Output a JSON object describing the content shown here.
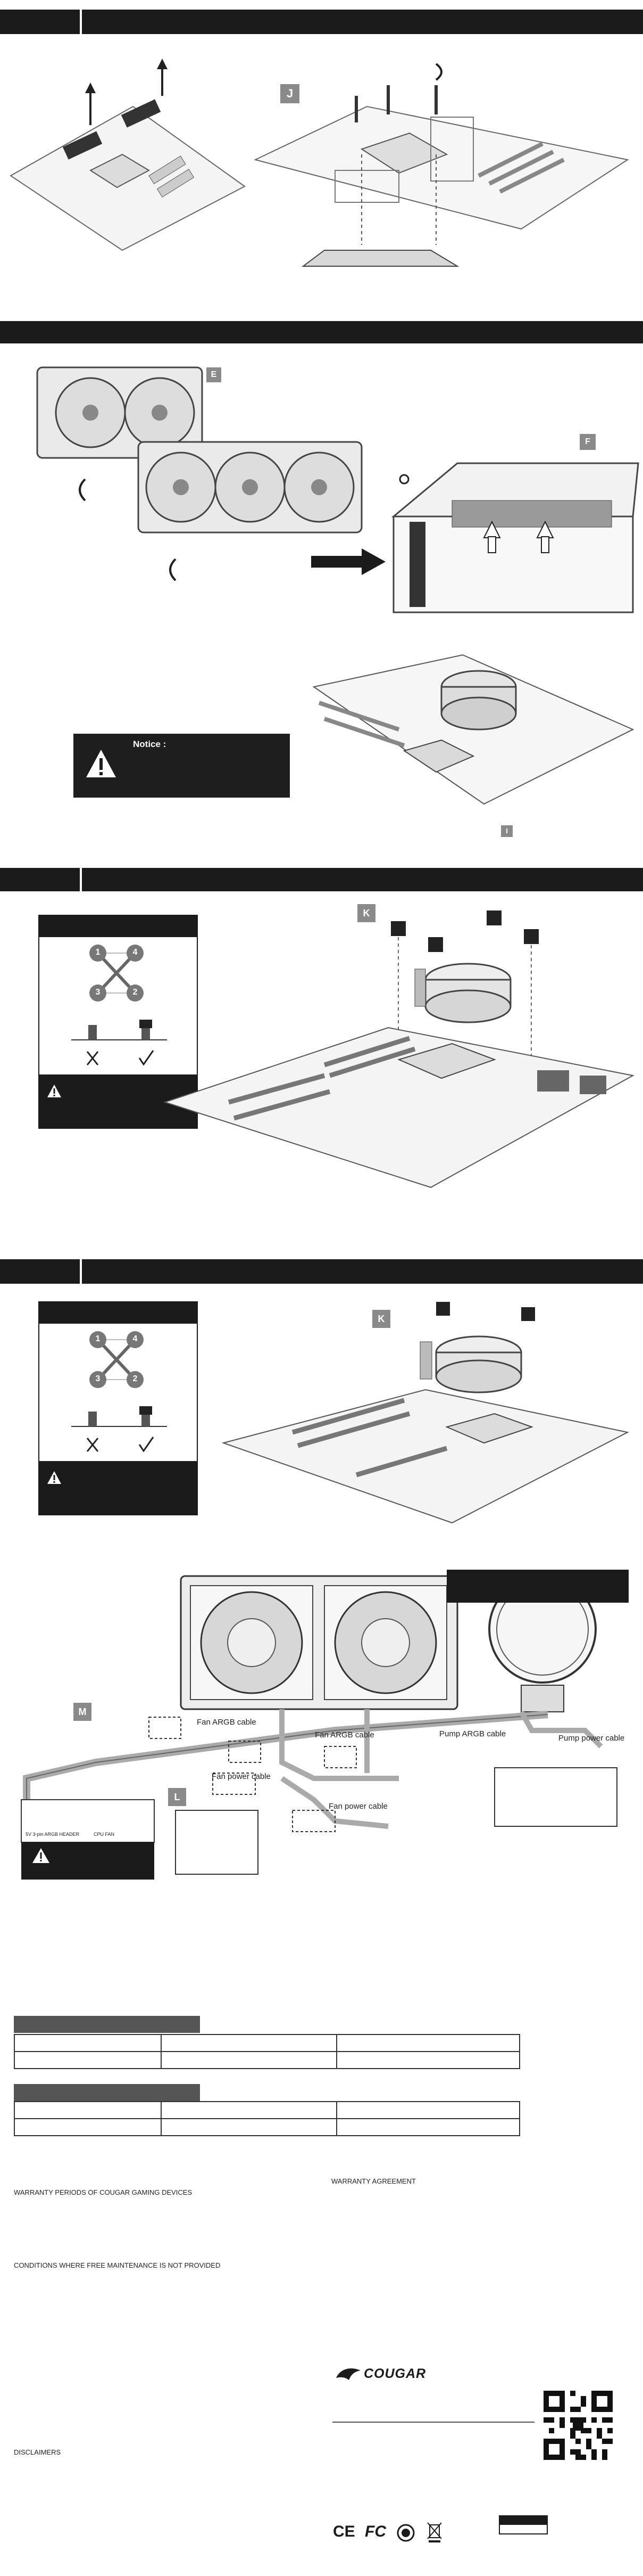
{
  "steps": {
    "mb_bracket_label": "J",
    "install_radiator_label": "E",
    "case_mount_label": "F",
    "cpu_socket_label": "I",
    "pump_intel_label": "K",
    "pump_amd_label": "K",
    "argb_hub_label": "M",
    "power_label": "L"
  },
  "notice": {
    "title": "Notice :"
  },
  "screw_order": {
    "intel": [
      "1",
      "4",
      "3",
      "2"
    ],
    "amd": [
      "1",
      "4",
      "3",
      "2"
    ]
  },
  "cables": {
    "fan_argb_left": "Fan ARGB cable",
    "fan_argb_mid": "Fan ARGB cable",
    "pump_argb": "Pump ARGB cable",
    "pump_power": "Pump power cable",
    "fan_power_top": "Fan power cable",
    "fan_power_bottom": "Fan power cable",
    "header_argb": "5V 3-pin ARGB HEADER",
    "header_fan": "CPU FAN"
  },
  "warranty": {
    "periods_heading": "WARRANTY PERIODS OF COUGAR GAMING DEVICES",
    "agreement_heading": "WARRANTY AGREEMENT",
    "conditions_heading": "CONDITIONS WHERE FREE MAINTENANCE IS NOT PROVIDED",
    "disclaimers_heading": "DISCLAIMERS"
  },
  "brand": {
    "name": "COUGAR"
  },
  "certs": {
    "ce": "CE",
    "fcc": "FC"
  }
}
